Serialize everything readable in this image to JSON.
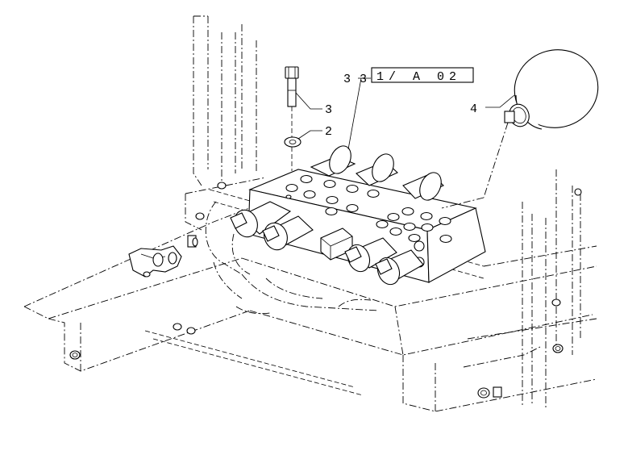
{
  "callouts": {
    "c1": "3",
    "c2": "2",
    "c3": "3",
    "c4": "4",
    "c5": "3"
  },
  "reference_box": {
    "text": "1/ A 02"
  }
}
